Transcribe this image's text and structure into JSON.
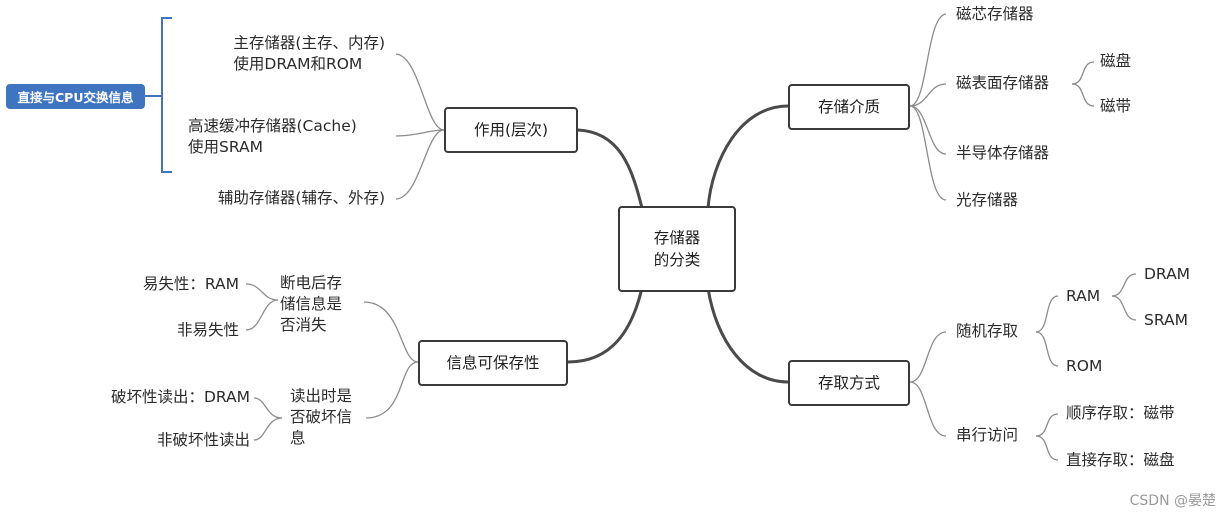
{
  "center": {
    "line1": "存储器",
    "line2": "的分类"
  },
  "branches": {
    "role": {
      "label": "作用(层次)",
      "main_memory": {
        "line1": "主存储器(主存、内存)",
        "line2": "使用DRAM和ROM"
      },
      "cache": {
        "line1": "高速缓冲存储器(Cache)",
        "line2": "使用SRAM"
      },
      "aux": "辅助存储器(辅存、外存)",
      "callout": "直接与CPU交换信息"
    },
    "media": {
      "label": "存储介质",
      "magnetic_core": "磁芯存储器",
      "magnetic_surface": "磁表面存储器",
      "disk": "磁盘",
      "tape": "磁带",
      "semiconductor": "半导体存储器",
      "optical": "光存储器"
    },
    "retention": {
      "label": "信息可保存性",
      "volatile": "易失性：RAM",
      "nonvolatile": "非易失性",
      "power_note": {
        "line1": "断电后存",
        "line2": "储信息是",
        "line3": "否消失"
      },
      "destructive": "破坏性读出：DRAM",
      "nondestructive": "非破坏性读出",
      "read_note": {
        "line1": "读出时是",
        "line2": "否破坏信",
        "line3": "息"
      }
    },
    "access": {
      "label": "存取方式",
      "random": "随机存取",
      "ram": "RAM",
      "dram": "DRAM",
      "sram": "SRAM",
      "rom": "ROM",
      "serial": "串行访问",
      "sequential": "顺序存取：磁带",
      "direct": "直接存取：磁盘"
    }
  },
  "watermark": "CSDN @晏楚",
  "colors": {
    "edge": "#4a4a4a",
    "thin_edge": "#8c8c8c",
    "callout": "#3f74c1"
  }
}
